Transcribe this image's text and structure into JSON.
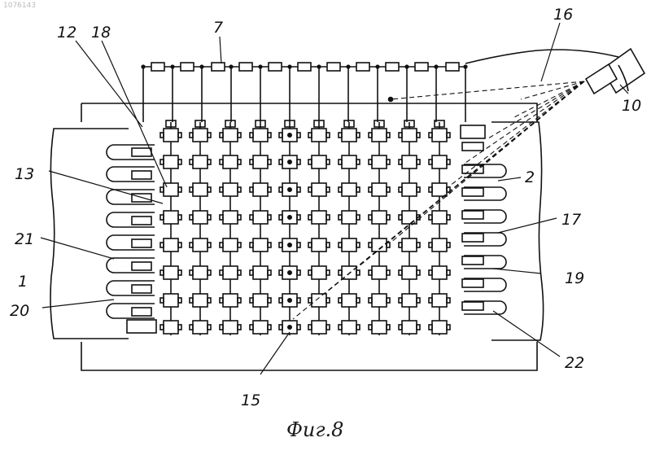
{
  "doc_id": "1076143",
  "caption": "Фиг.8",
  "colors": {
    "ink": "#111111",
    "paper": "#ffffff"
  },
  "labels": [
    {
      "id": "l12",
      "text": "12"
    },
    {
      "id": "l18",
      "text": "18"
    },
    {
      "id": "l7",
      "text": "7"
    },
    {
      "id": "l16",
      "text": "16"
    },
    {
      "id": "l10",
      "text": "10"
    },
    {
      "id": "l13",
      "text": "13"
    },
    {
      "id": "l2",
      "text": "2"
    },
    {
      "id": "l17",
      "text": "17"
    },
    {
      "id": "l21",
      "text": "21"
    },
    {
      "id": "l19",
      "text": "19"
    },
    {
      "id": "l1",
      "text": "1"
    },
    {
      "id": "l20",
      "text": "20"
    },
    {
      "id": "l22",
      "text": "22"
    },
    {
      "id": "l15",
      "text": "15"
    }
  ]
}
